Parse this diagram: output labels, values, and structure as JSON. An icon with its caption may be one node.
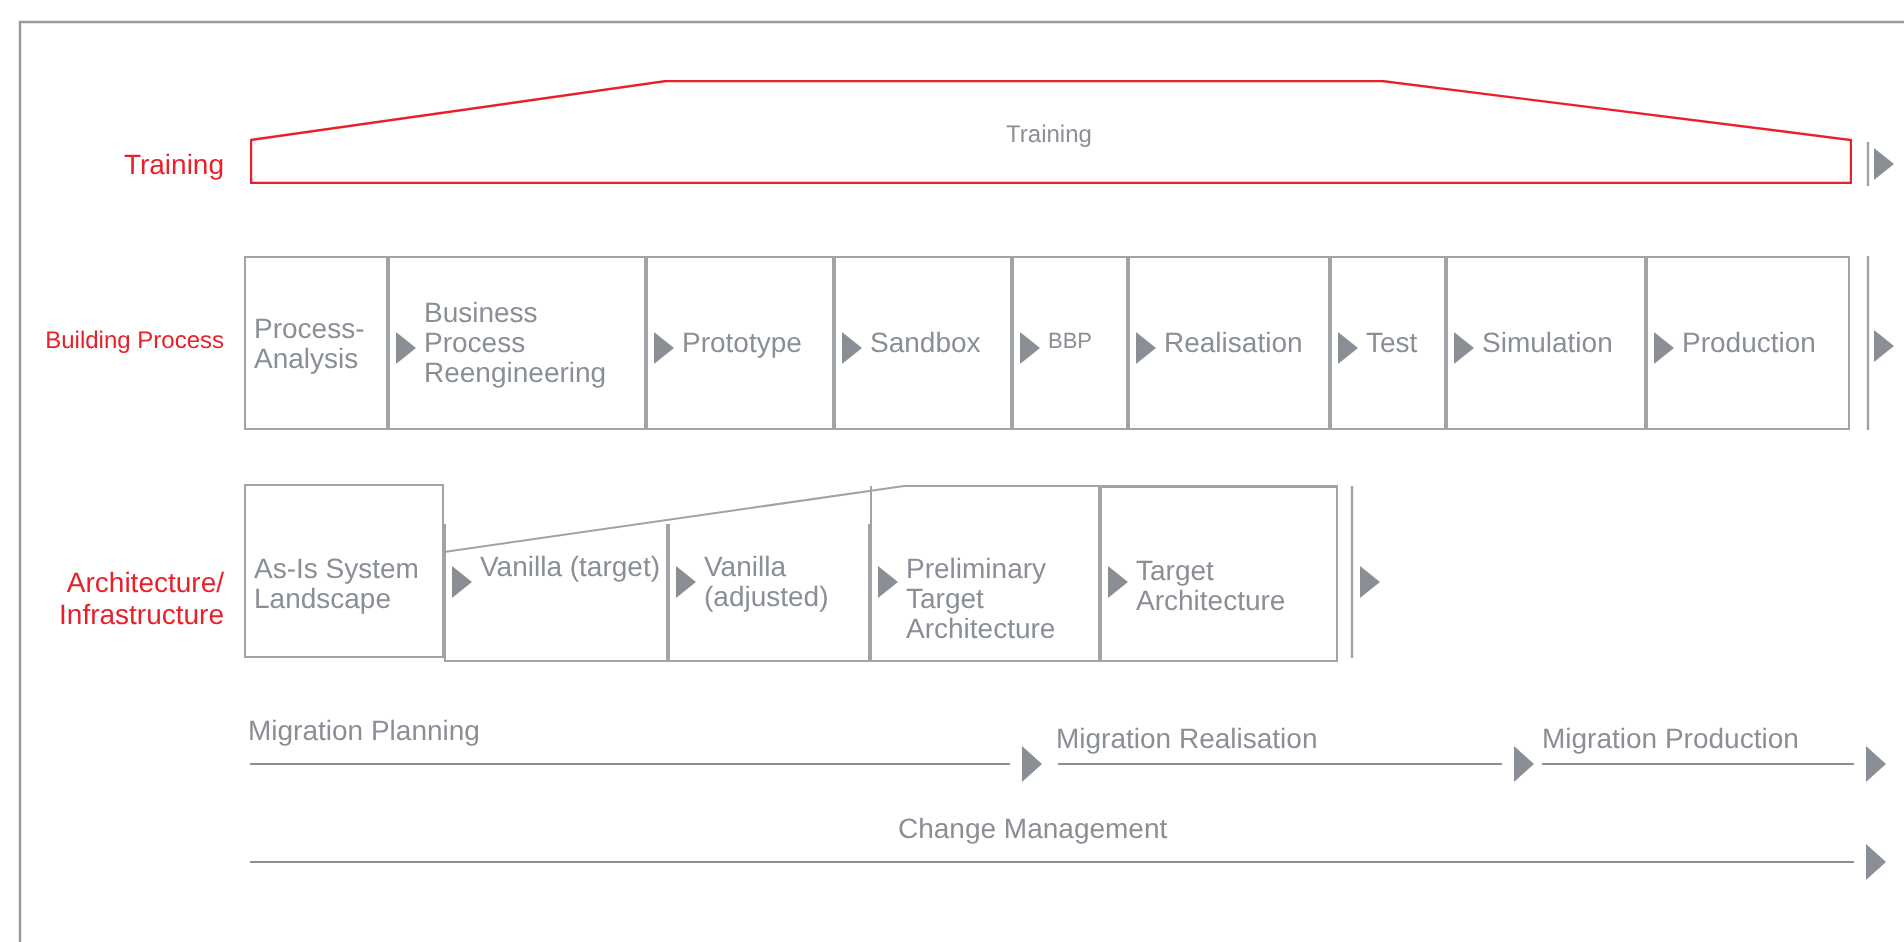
{
  "diagram": {
    "nodes": [
      {
        "text": [
          "Training"
        ]
      },
      {
        "text": [
          "Process-Analysis"
        ]
      },
      {
        "text": [
          "Business Process Reengineering"
        ]
      },
      {
        "text": [
          "Prototype"
        ]
      },
      {
        "text": [
          "Sandbox"
        ]
      },
      {
        "text": [
          "BBP"
        ]
      },
      {
        "text": [
          "Realisation"
        ]
      },
      {
        "text": [
          "Test"
        ]
      },
      {
        "text": [
          "Simulation"
        ]
      },
      {
        "text": [
          "Production"
        ]
      },
      {
        "text": [
          "As-Is System Landscape"
        ]
      },
      {
        "text": [
          "Vanilla (target)"
        ]
      },
      {
        "text": [
          "Vanilla (adjusted)"
        ]
      },
      {
        "text": [
          "Preliminary Target Architecture"
        ]
      },
      {
        "text": [
          "Target Architecture"
        ]
      }
    ],
    "labels": [
      "Training",
      "Building Process",
      "Architecture/ Infrastructure",
      "Migration Planning",
      "Migration Realisation",
      "Migration Production",
      "Change Management"
    ]
  }
}
